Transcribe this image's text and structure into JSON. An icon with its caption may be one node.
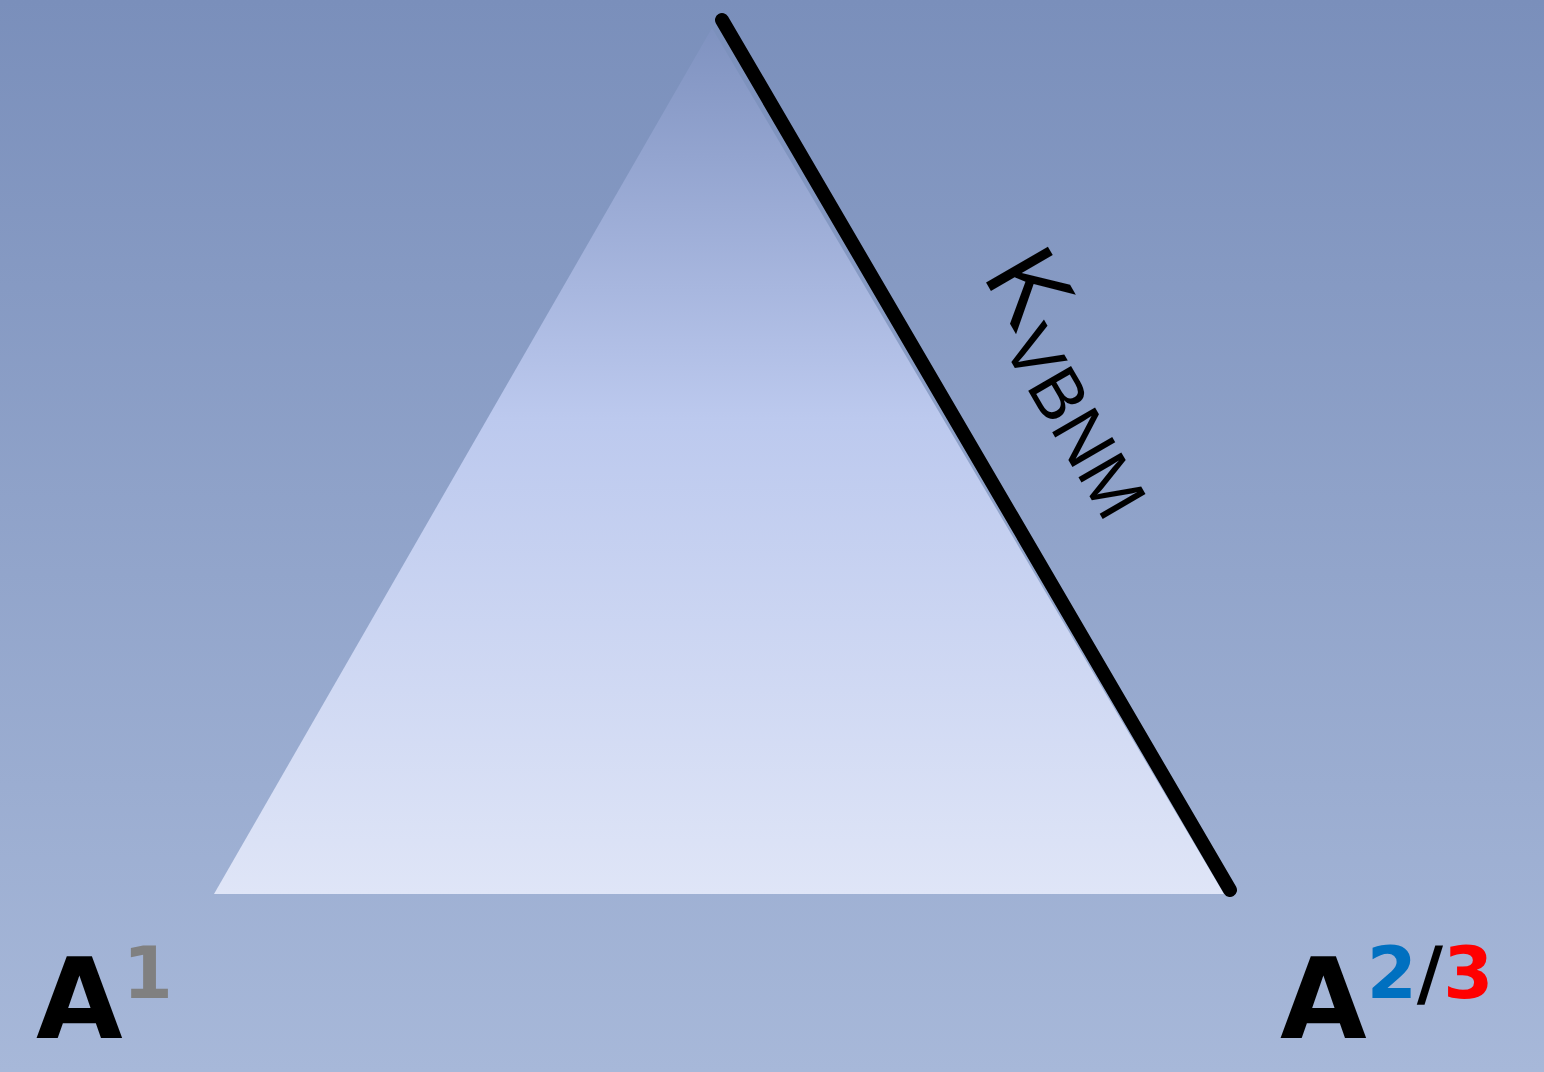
{
  "diagram": {
    "labels": [
      "K$_{VBNM}$",
      "A$^{1}$",
      "A$^{2/3}$"
    ]
  }
}
